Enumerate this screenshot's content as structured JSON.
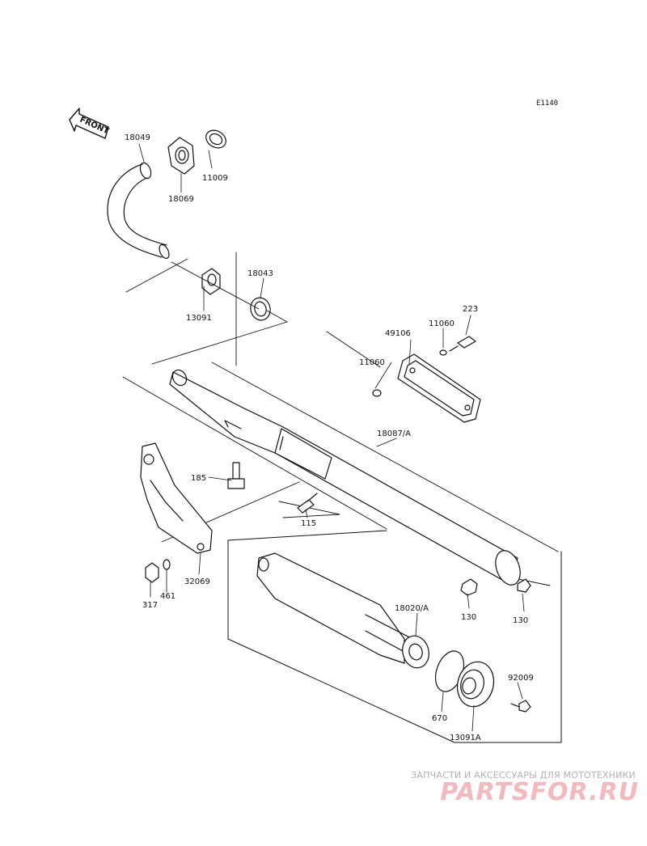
{
  "diagram": {
    "code": "E1140",
    "front_label": "FRONT",
    "parts": {
      "p18049": "18049",
      "p18069": "18069",
      "p11009": "11009",
      "p18043": "18043",
      "p13091": "13091",
      "p223": "223",
      "p11060_top": "11060",
      "p49106": "49106",
      "p11060_left": "11060",
      "p18087A": "18087/A",
      "p185": "185",
      "p115": "115",
      "p32069": "32069",
      "p317": "317",
      "p461": "461",
      "p18020A": "18020/A",
      "p130_left": "130",
      "p130_right": "130",
      "p92009": "92009",
      "p670": "670",
      "p13091A": "13091A"
    }
  },
  "watermark": {
    "tagline": "ЗАПЧАСТИ И АКСЕССУАРЫ ДЛЯ МОТОТЕХНИКИ",
    "brand": "PARTSFOR.RU"
  }
}
